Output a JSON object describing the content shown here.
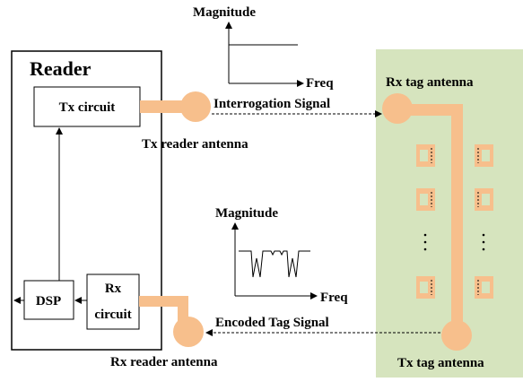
{
  "reader": {
    "title": "Reader",
    "tx_circuit": "Tx circuit",
    "rx_circuit_line1": "Rx",
    "rx_circuit_line2": "circuit",
    "dsp": "DSP"
  },
  "antennas": {
    "tx_reader": "Tx reader antenna",
    "rx_reader": "Rx reader antenna",
    "rx_tag": "Rx tag antenna",
    "tx_tag": "Tx tag antenna"
  },
  "signals": {
    "interrogation": "Interrogation Signal",
    "encoded": "Encoded Tag Signal"
  },
  "plots": {
    "top": {
      "ylabel": "Magnitude",
      "xlabel": "Freq"
    },
    "bottom": {
      "ylabel": "Magnitude",
      "xlabel": "Freq"
    }
  },
  "colors": {
    "antenna": "#f7bf8c",
    "tag_panel": "#d6e4be",
    "resonator": "#f7bf8c"
  }
}
